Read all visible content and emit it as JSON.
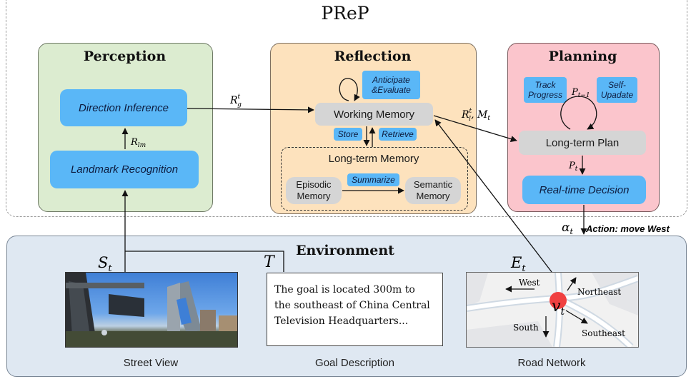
{
  "title": "PReP",
  "perception": {
    "title": "Perception",
    "direction_inference": "Direction Inference",
    "landmark_recognition": "Landmark Recognition",
    "r_lm": "R",
    "r_lm_sub": "lm"
  },
  "reflection": {
    "title": "Reflection",
    "anticipate": "Anticipate &Evaluate",
    "working_memory": "Working  Memory",
    "store": "Store",
    "retrieve": "Retrieve",
    "long_term_memory": "Long-term Memory",
    "episodic_memory": "Episodic Memory",
    "summarize": "Summarize",
    "semantic_memory": "Semantic Memory"
  },
  "planning": {
    "title": "Planning",
    "track_progress": "Track Progress",
    "self_update": "Self-Upadate",
    "p_prev": "P",
    "p_prev_sub": "t−1",
    "long_term_plan": "Long-term Plan",
    "p_t": "P",
    "p_t_sub": "t",
    "real_time_decision": "Real-time Decision"
  },
  "arrows": {
    "rg": "R",
    "rg_sup": "t",
    "rg_sub": "g",
    "rl_mt": "R",
    "rl_sup": "t",
    "rl_sub": "l",
    "mt": ", M",
    "mt_sub": "t",
    "alpha": "α",
    "alpha_sub": "t",
    "action": "Action: move West"
  },
  "environment": {
    "title": "Environment",
    "s_t": "S",
    "s_t_sub": "t",
    "t_label": "T",
    "e_t": "E",
    "e_t_sub": "t",
    "goal_text": "The goal is located 300m to the southeast of China Central Television Headquarters...",
    "street_view_caption": "Street View",
    "goal_caption": "Goal Description",
    "road_caption": "Road Network",
    "map": {
      "west": "West",
      "northeast": "Northeast",
      "south": "South",
      "southeast": "Southeast",
      "v_t": "v",
      "v_t_sub": "t"
    }
  },
  "colors": {
    "perception_bg": "#dcecd0",
    "reflection_bg": "#fde2bd",
    "planning_bg": "#fbc5cc",
    "environment_bg": "#dfe8f2",
    "blue_box": "#5ab7f7",
    "gray_box": "#d5d5d5",
    "node_red": "#f04040"
  }
}
